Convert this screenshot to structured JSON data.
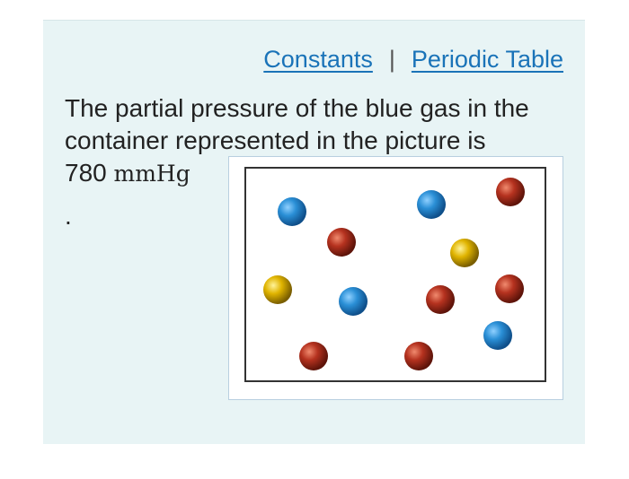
{
  "links": {
    "constants": "Constants",
    "separator": "|",
    "periodic_table": "Periodic Table"
  },
  "question": {
    "text_line1": "The partial pressure of the blue gas in the container represented in the picture is",
    "value": "780",
    "unit": "mmHg",
    "trailing": "."
  },
  "figure": {
    "molecules": [
      {
        "color": "blue"
      },
      {
        "color": "blue"
      },
      {
        "color": "red"
      },
      {
        "color": "red"
      },
      {
        "color": "yellow"
      },
      {
        "color": "yellow"
      },
      {
        "color": "blue"
      },
      {
        "color": "red"
      },
      {
        "color": "red"
      },
      {
        "color": "blue"
      },
      {
        "color": "red"
      },
      {
        "color": "red"
      }
    ],
    "colors": {
      "blue": "#2a8fd6",
      "red": "#b5321f",
      "yellow": "#e0b400"
    }
  },
  "theme": {
    "panel_bg": "#e8f4f5",
    "link_color": "#1a73b8"
  }
}
